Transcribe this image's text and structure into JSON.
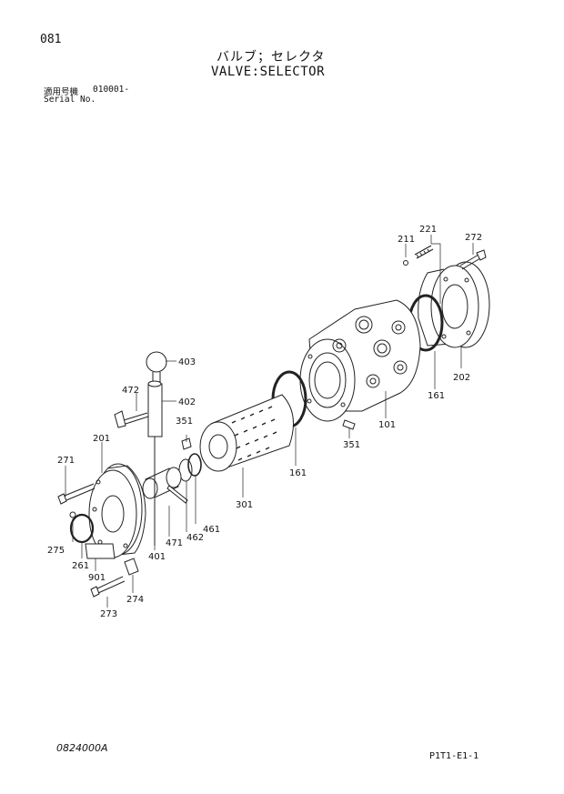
{
  "header": {
    "page_number": "081",
    "title_jp": "バルブ；セレクタ",
    "title_en": "VALVE:SELECTOR",
    "serial_label_jp": "適用号機",
    "serial_number": "010001-",
    "serial_label_en": "Serial No."
  },
  "parts": {
    "p101": "101",
    "p161a": "161",
    "p161b": "161",
    "p201": "201",
    "p202": "202",
    "p211": "211",
    "p221": "221",
    "p261": "261",
    "p271": "271",
    "p272": "272",
    "p273": "273",
    "p274": "274",
    "p275": "275",
    "p301": "301",
    "p351a": "351",
    "p351b": "351",
    "p401": "401",
    "p402": "402",
    "p403": "403",
    "p461": "461",
    "p462": "462",
    "p471": "471",
    "p472": "472",
    "p901": "901"
  },
  "footer": {
    "doc_code": "0824000A",
    "page_code": "P1T1-E1-1"
  }
}
